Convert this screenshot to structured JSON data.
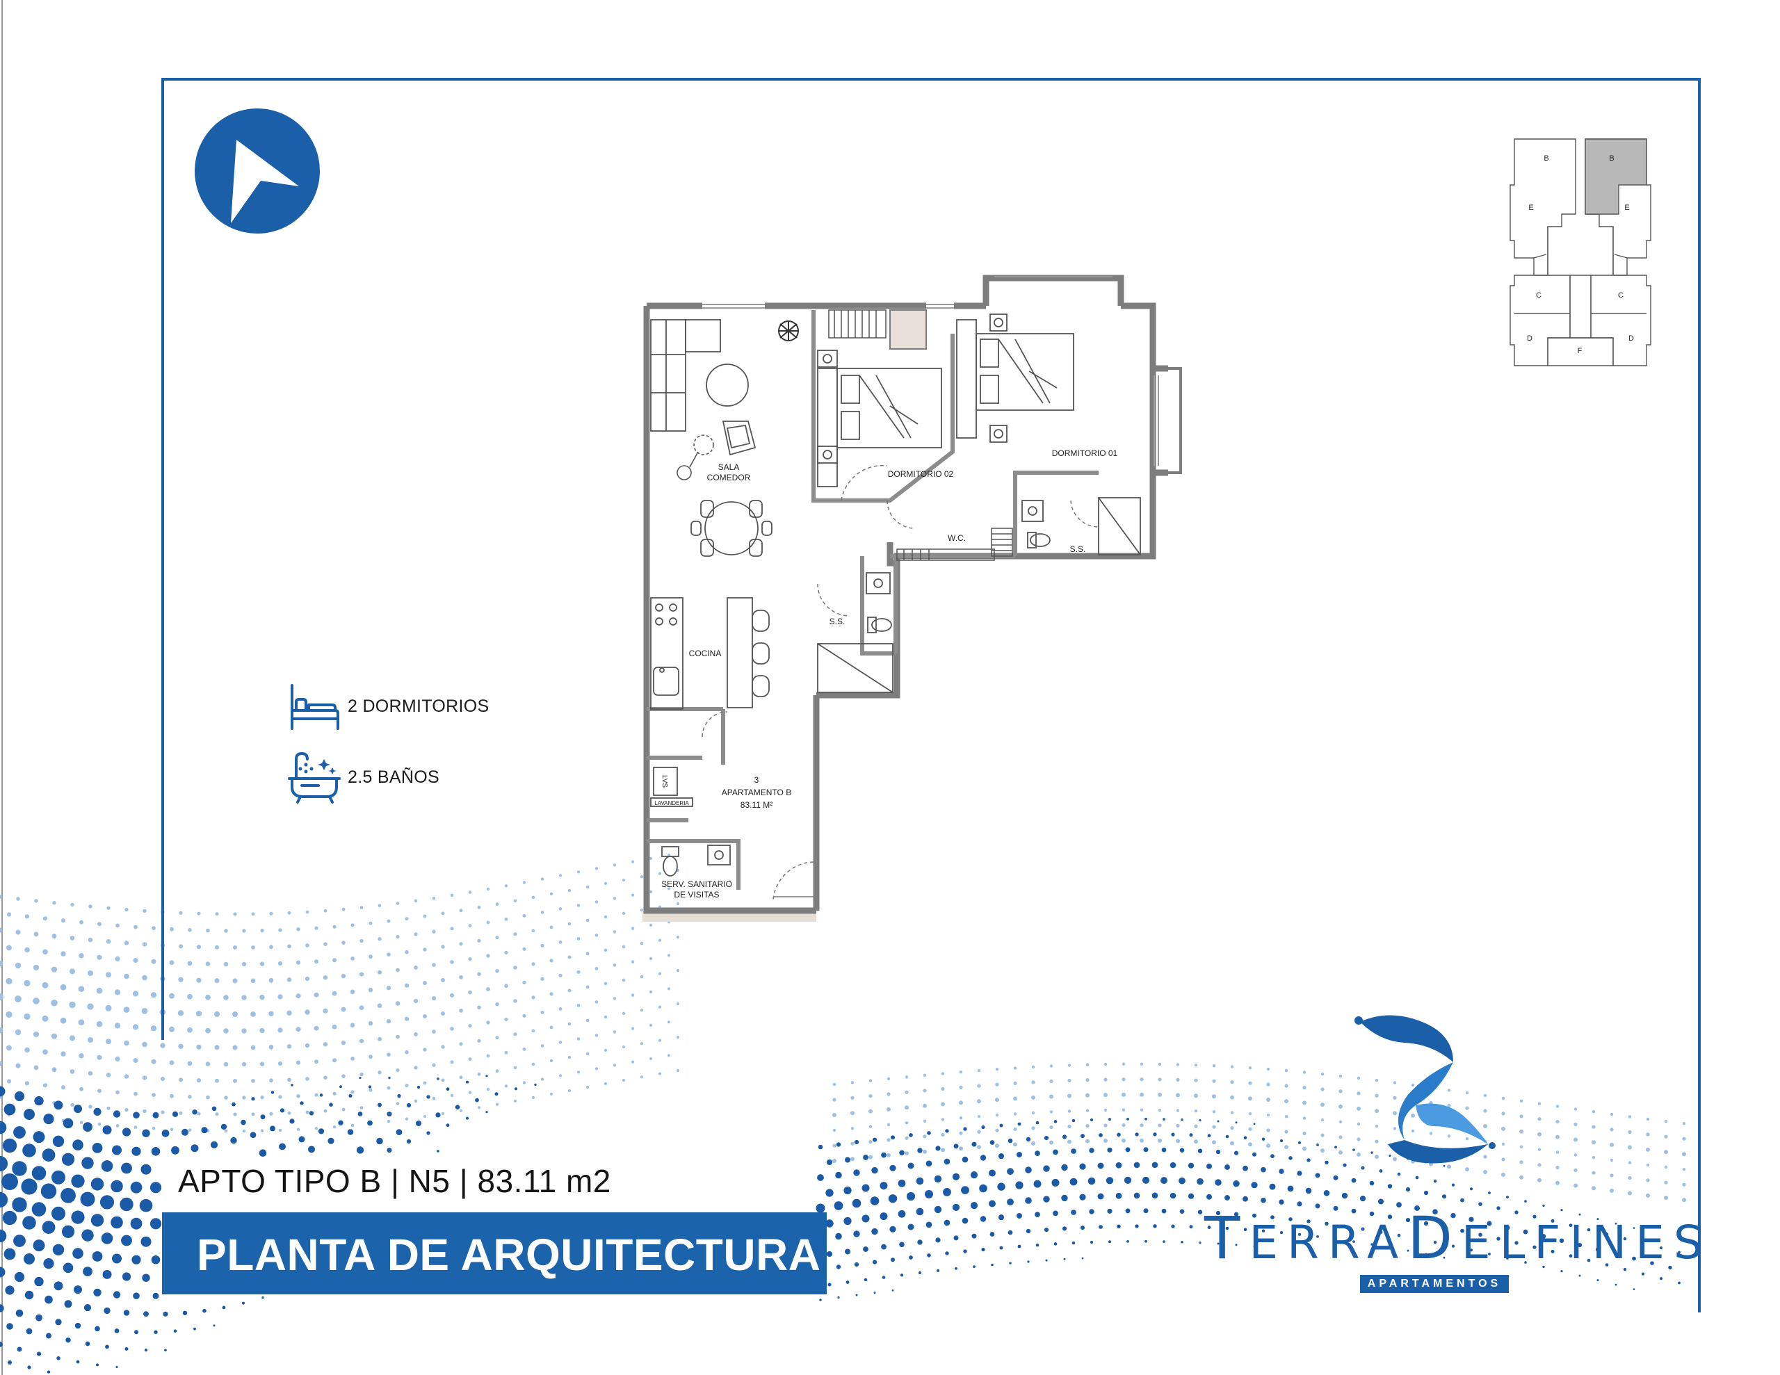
{
  "colors": {
    "brand_blue": "#1a5fa8",
    "title_bar": "#1b63ab",
    "dot_light": "#9ec0e2",
    "dot_dark": "#1b5aa6",
    "wall": "#8c8c8c",
    "text_dark": "#1c1c1c"
  },
  "compass": {
    "icon": "north-arrow-icon"
  },
  "key_plan": {
    "labels": [
      "B",
      "B",
      "E",
      "E",
      "C",
      "C",
      "D",
      "F",
      "D"
    ]
  },
  "legend": {
    "bedrooms": {
      "icon": "bed-icon",
      "text": "2 DORMITORIOS"
    },
    "bathrooms": {
      "icon": "bathtub-icon",
      "text": "2.5 BAÑOS"
    }
  },
  "floor_plan": {
    "rooms": {
      "sala_comedor": "SALA\nCOMEDOR",
      "dormitorio_02": "DORMITORIO 02",
      "dormitorio_01": "DORMITORIO 01",
      "wc": "W.C.",
      "ss_master": "S.S.",
      "ss_secondary": "S.S.",
      "cocina": "COCINA",
      "apartment_number": "3",
      "apartment_name": "APARTAMENTO B",
      "apartment_area": "83.11 M²",
      "lavanderia": "LAVANDERIA",
      "washer": "LVS",
      "serv_sanitario": "SERV. SANITARIO\nDE VISITAS"
    }
  },
  "subtitle": "APTO TIPO B | N5 | 83.11 m2",
  "title": "PLANTA DE ARQUITECTURA",
  "brand": {
    "name_parts": [
      "T",
      "ERRA",
      "D",
      "ELFINES"
    ],
    "tagline": "APARTAMENTOS",
    "logo_icon": "dolphins-logo-icon"
  }
}
